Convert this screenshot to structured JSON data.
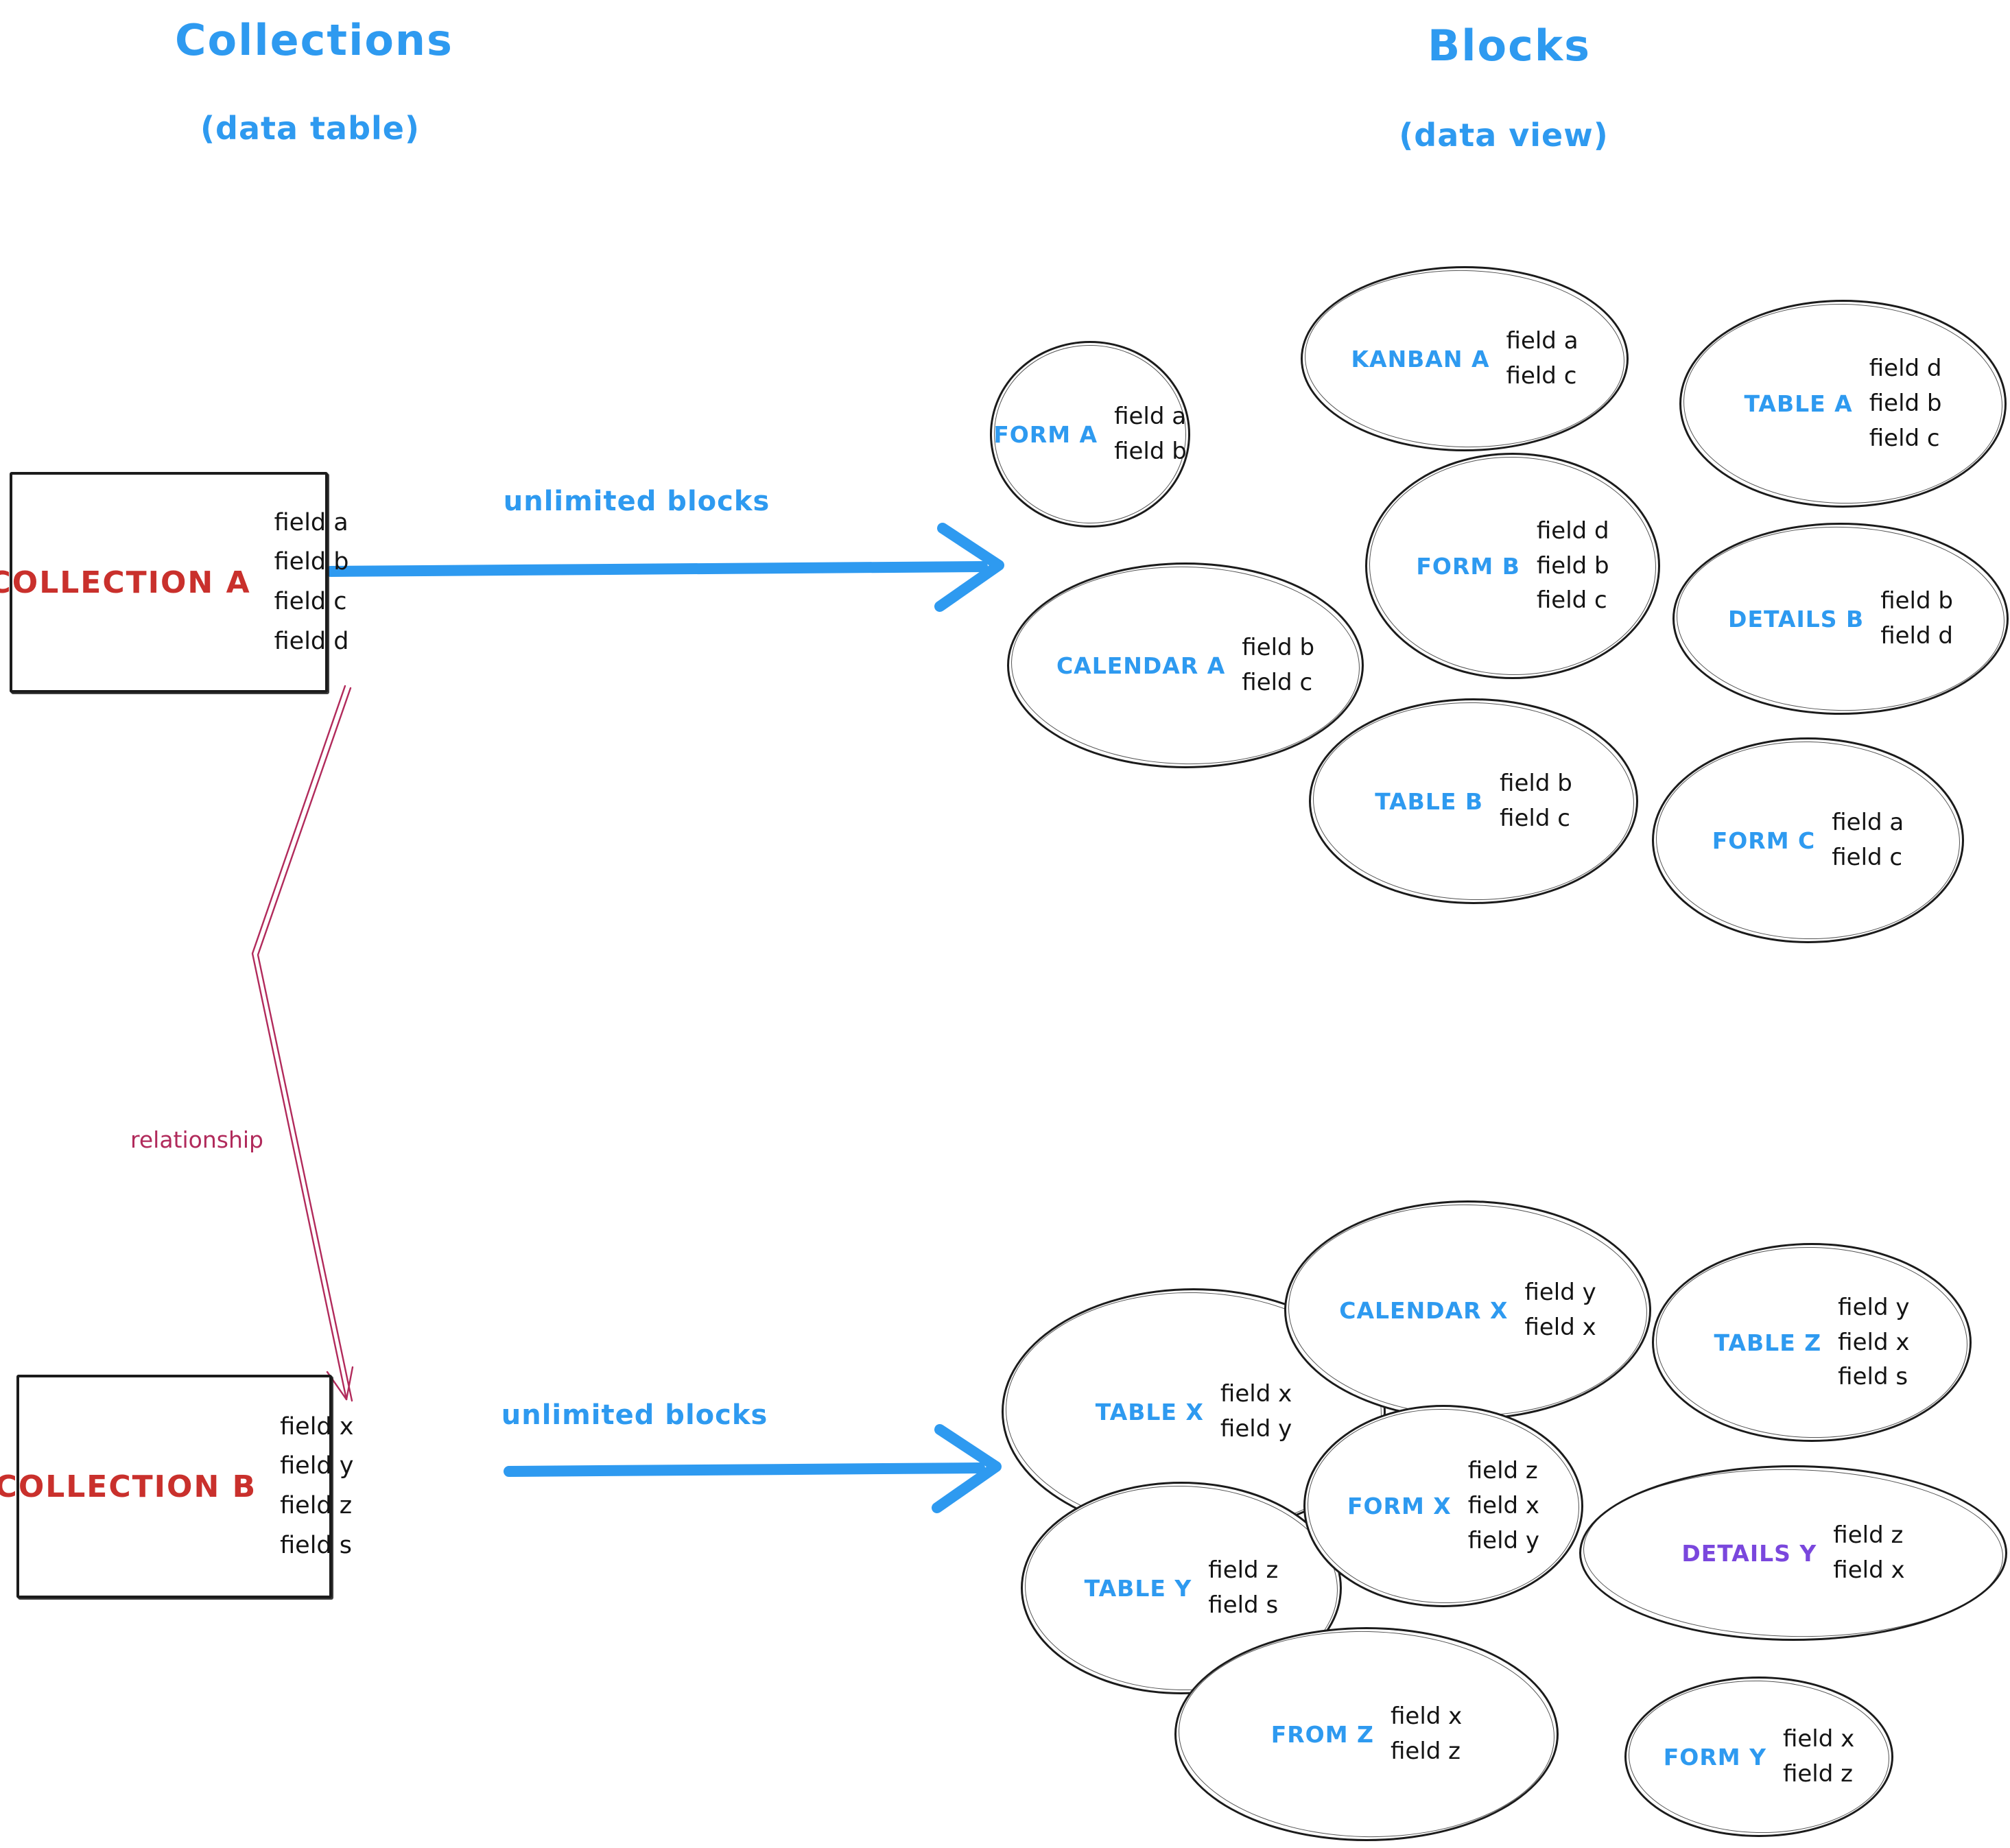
{
  "colors": {
    "accent_blue": "#2e9af0",
    "collection_red": "#c9302c",
    "relationship_crimson": "#b12a5b",
    "details_purple": "#7a47dd",
    "ink_black": "#1b1b1b"
  },
  "headers": {
    "collections": {
      "title": "Collections",
      "subtitle": "(data table)"
    },
    "blocks": {
      "title": "Blocks",
      "subtitle": "(data view)"
    }
  },
  "collections": [
    {
      "name": "COLLECTION A",
      "fields": [
        "field a",
        "field b",
        "field c",
        "field d"
      ]
    },
    {
      "name": "COLLECTION B",
      "fields": [
        "field x",
        "field y",
        "field z",
        "field s"
      ]
    }
  ],
  "arrows": {
    "unlimited_a": "unlimited blocks",
    "unlimited_b": "unlimited blocks",
    "relationship": "relationship"
  },
  "blocks_a": [
    {
      "label": "FORM A",
      "fields": [
        "field a",
        "field b"
      ]
    },
    {
      "label": "KANBAN A",
      "fields": [
        "field a",
        "field c"
      ]
    },
    {
      "label": "TABLE A",
      "fields": [
        "field d",
        "field b",
        "field c"
      ]
    },
    {
      "label": "CALENDAR A",
      "fields": [
        "field b",
        "field c"
      ]
    },
    {
      "label": "FORM B",
      "fields": [
        "field d",
        "field b",
        "field c"
      ]
    },
    {
      "label": "DETAILS B",
      "fields": [
        "field b",
        "field d"
      ]
    },
    {
      "label": "TABLE B",
      "fields": [
        "field b",
        "field c"
      ]
    },
    {
      "label": "FORM C",
      "fields": [
        "field a",
        "field c"
      ]
    }
  ],
  "blocks_b": [
    {
      "label": "TABLE X",
      "fields": [
        "field x",
        "field y"
      ]
    },
    {
      "label": "CALENDAR X",
      "fields": [
        "field y",
        "field x"
      ]
    },
    {
      "label": "TABLE Z",
      "fields": [
        "field y",
        "field x",
        "field s"
      ]
    },
    {
      "label": "TABLE Y",
      "fields": [
        "field z",
        "field s"
      ]
    },
    {
      "label": "FORM X",
      "fields": [
        "field z",
        "field x",
        "field y"
      ]
    },
    {
      "label": "DETAILS Y",
      "fields": [
        "field z",
        "field x"
      ]
    },
    {
      "label": "FROM Z",
      "fields": [
        "field x",
        "field z"
      ]
    },
    {
      "label": "FORM Y",
      "fields": [
        "field x",
        "field z"
      ]
    }
  ]
}
